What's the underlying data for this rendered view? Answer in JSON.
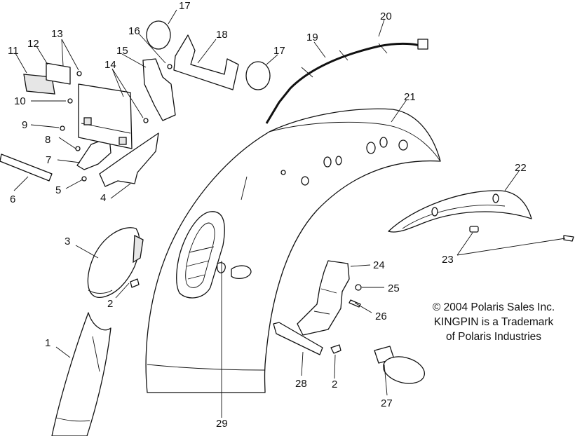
{
  "callouts": {
    "c1": "1",
    "c2a": "2",
    "c2b": "2",
    "c3": "3",
    "c4": "4",
    "c5": "5",
    "c6": "6",
    "c7": "7",
    "c8": "8",
    "c9": "9",
    "c10": "10",
    "c11": "11",
    "c12": "12",
    "c13": "13",
    "c14": "14",
    "c15": "15",
    "c16": "16",
    "c17a": "17",
    "c17b": "17",
    "c18": "18",
    "c19": "19",
    "c20": "20",
    "c21": "21",
    "c22": "22",
    "c23": "23",
    "c24": "24",
    "c25": "25",
    "c26": "26",
    "c27": "27",
    "c28": "28",
    "c29": "29"
  },
  "notes": {
    "copyright": "© 2004 Polaris Sales Inc.",
    "trademark_line1": "KINGPIN is a Trademark",
    "trademark_line2": "of Polaris Industries"
  }
}
